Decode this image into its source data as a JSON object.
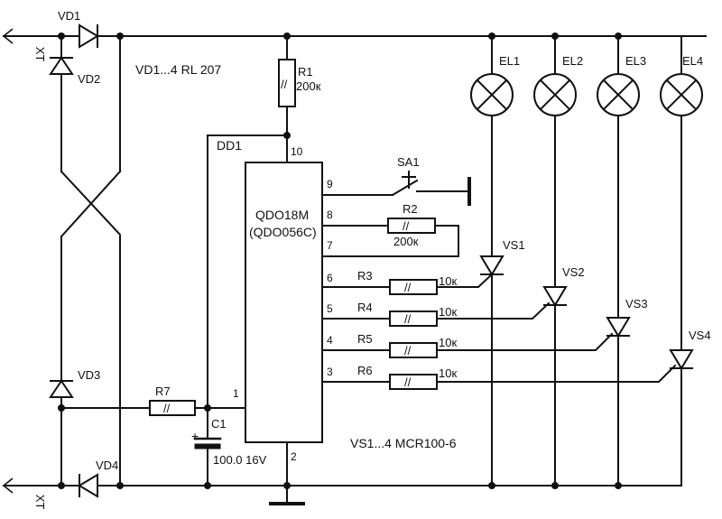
{
  "terminals": {
    "top": "XT",
    "bottom": "XT"
  },
  "notes": {
    "diodes": "VD1...4  RL 207",
    "thyristors": "VS1...4 MCR100-6"
  },
  "ic": {
    "ref": "DD1",
    "part_line1": "QDO18M",
    "part_line2": "(QDO056C)",
    "pins": {
      "p10": "10",
      "p9": "9",
      "p8": "8",
      "p7": "7",
      "p6": "6",
      "p5": "5",
      "p4": "4",
      "p3": "3",
      "p1": "1",
      "p2": "2"
    }
  },
  "diodes": {
    "vd1": "VD1",
    "vd2": "VD2",
    "vd3": "VD3",
    "vd4": "VD4"
  },
  "resistors": {
    "r1": {
      "ref": "R1",
      "value": "200к"
    },
    "r2": {
      "ref": "R2",
      "value": "200к"
    },
    "r3": {
      "ref": "R3",
      "value": "10к"
    },
    "r4": {
      "ref": "R4",
      "value": "10к"
    },
    "r5": {
      "ref": "R5",
      "value": "10к"
    },
    "r6": {
      "ref": "R6",
      "value": "10к"
    },
    "r7": {
      "ref": "R7"
    }
  },
  "capacitor": {
    "ref": "C1",
    "value": "100.0 16V",
    "polarity": "+"
  },
  "switch": {
    "ref": "SA1"
  },
  "lamps": {
    "el1": "EL1",
    "el2": "EL2",
    "el3": "EL3",
    "el4": "EL4"
  },
  "thyristors": {
    "vs1": "VS1",
    "vs2": "VS2",
    "vs3": "VS3",
    "vs4": "VS4"
  },
  "resistor_mark": "//"
}
